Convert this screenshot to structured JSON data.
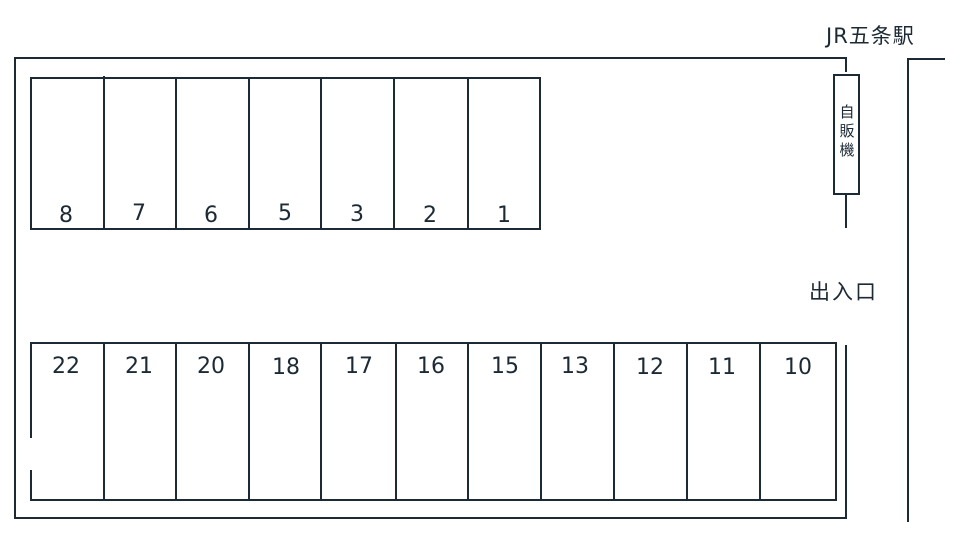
{
  "labels": {
    "station": "JR五条駅",
    "entrance": "出入口",
    "vending_machine": [
      "自",
      "販",
      "機"
    ]
  },
  "top_row": [
    "8",
    "7",
    "6",
    "5",
    "3",
    "2",
    "1"
  ],
  "bottom_row": [
    "22",
    "21",
    "20",
    "18",
    "17",
    "16",
    "15",
    "13",
    "12",
    "11",
    "10"
  ],
  "colors": {
    "line": "#1c2a35",
    "background": "#ffffff"
  }
}
